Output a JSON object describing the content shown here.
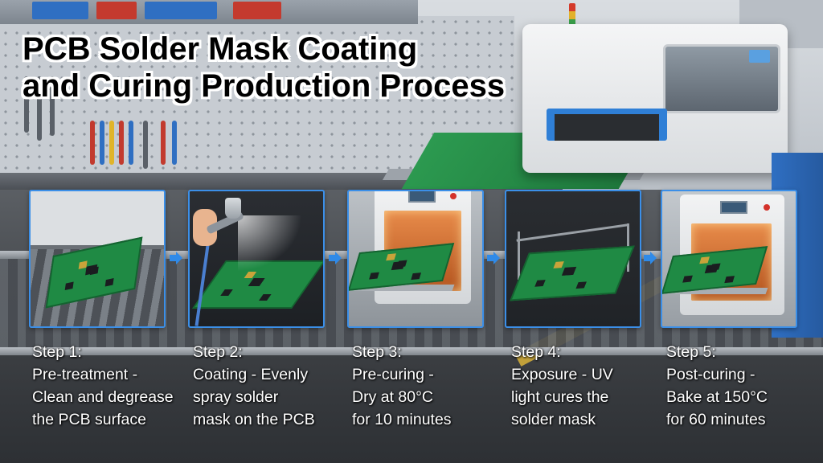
{
  "title": {
    "line1": "PCB Solder Mask Coating",
    "line2": "and Curing Production Process"
  },
  "steps": [
    {
      "lines": [
        "Step 1:",
        "Pre-treatment -",
        "Clean and degrease",
        "the PCB surface"
      ],
      "image_icon": "pcb-on-conveyor"
    },
    {
      "lines": [
        "Step 2:",
        "Coating - Evenly",
        "spray solder",
        "mask on the PCB"
      ],
      "image_icon": "spray-gun-coating"
    },
    {
      "lines": [
        "Step 3:",
        "Pre-curing -",
        "Dry at 80°C",
        "for 10 minutes"
      ],
      "image_icon": "drying-oven"
    },
    {
      "lines": [
        "Step 4:",
        "Exposure - UV",
        "light cures the",
        "solder mask"
      ],
      "image_icon": "uv-exposure"
    },
    {
      "lines": [
        "Step 5:",
        "Post-curing -",
        "Bake at 150°C",
        "for 60 minutes"
      ],
      "image_icon": "baking-oven"
    }
  ],
  "colors": {
    "card_border": "#3b8fe8",
    "arrow": "#2f8ae8",
    "pcb_green": "#1f8a44",
    "label_text": "#ffffff"
  }
}
